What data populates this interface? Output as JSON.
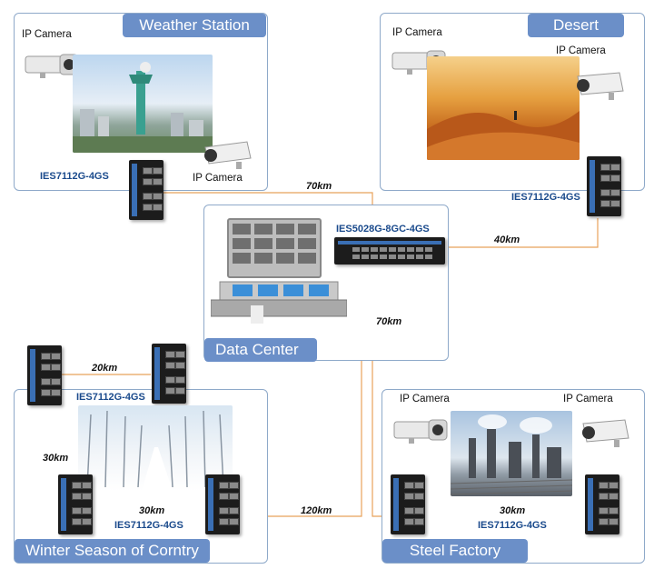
{
  "zones": {
    "weather_station": {
      "title": "Weather Station"
    },
    "desert": {
      "title": "Desert"
    },
    "data_center": {
      "title": "Data Center"
    },
    "winter": {
      "title": "Winter Season of Corntry"
    },
    "steel_factory": {
      "title": "Steel Factory"
    }
  },
  "labels": {
    "ip_camera": "IP Camera",
    "switch_model": "IES7112G-4GS",
    "core_switch_model": "IES5028G-8GC-4GS"
  },
  "distances": {
    "weather_to_core": "70km",
    "desert_to_core": "40km",
    "core_to_steel": "70km",
    "winter_top": "20km",
    "winter_left": "30km",
    "winter_bottom": "30km",
    "winter_to_steel": "120km",
    "steel_inner": "30km"
  },
  "colors": {
    "banner": "#6b8fc8",
    "zone_border": "#8ea9c9",
    "fiber_line": "#e8a25a",
    "copper_line": "#5fb3e6",
    "model_text": "#1a4a8c"
  }
}
